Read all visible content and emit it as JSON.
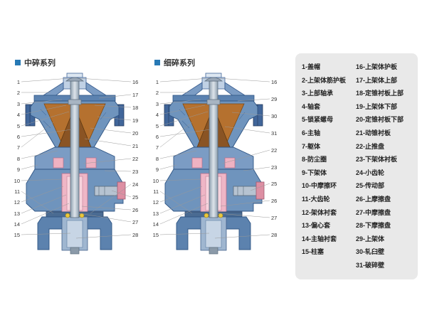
{
  "page": {
    "background": "#ffffff"
  },
  "sections": [
    {
      "title": "中碎系列",
      "left_callouts": [
        "1",
        "2",
        "3",
        "4",
        "5",
        "6",
        "7",
        "8",
        "9",
        "10",
        "11",
        "12",
        "13",
        "14",
        "15"
      ],
      "right_callouts": [
        "16",
        "17",
        "18",
        "19",
        "20",
        "21",
        "22",
        "23",
        "24",
        "25",
        "26",
        "27",
        "28"
      ]
    },
    {
      "title": "细碎系列",
      "left_callouts": [
        "1",
        "2",
        "3",
        "4",
        "5",
        "6",
        "7",
        "8",
        "9",
        "10",
        "11",
        "12",
        "13",
        "14",
        "15"
      ],
      "right_callouts": [
        "16",
        "29",
        "30",
        "31",
        "22",
        "23",
        "25",
        "26",
        "27",
        "28"
      ]
    }
  ],
  "legend": {
    "column1": [
      "1-盖帽",
      "2-上架体筋护板",
      "3-上部轴承",
      "4-轴套",
      "5-锁紧螺母",
      "6-主轴",
      "7-躯体",
      "8-防尘圈",
      "9-下架体",
      "10-中摩擦环",
      "11-大齿轮",
      "12-架体衬套",
      "13-偏心套",
      "14-主轴衬套",
      "15-柱塞"
    ],
    "column2": [
      "16-上架体护板",
      "17-上架体上部",
      "18-定锥衬板上部",
      "19-上架体下部",
      "20-定锥衬板下部",
      "21-动锥衬板",
      "22-止推盘",
      "23-下架体衬板",
      "24-小齿轮",
      "25-传动部",
      "26-上摩擦盘",
      "27-中摩擦盘",
      "28-下摩擦盘",
      "29-上架体",
      "30-轧臼壁",
      "31-破碎壁"
    ]
  },
  "colors": {
    "accent_blue": "#2779b5",
    "legend_background": "#e9e9e9",
    "frame_blue": "#6f94bd",
    "liner_tan": "#b5712f",
    "bushing_pink": "#efb6c6"
  }
}
